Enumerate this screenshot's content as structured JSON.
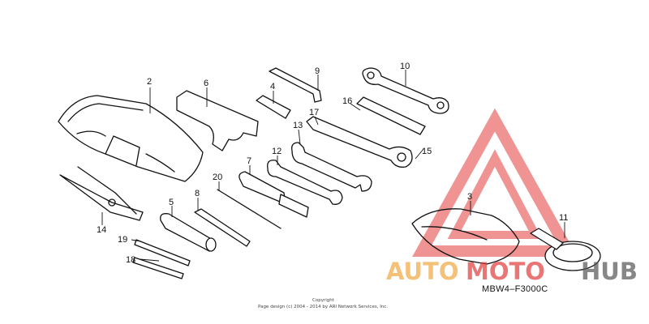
{
  "diagram": {
    "parts": [
      {
        "number": "2"
      },
      {
        "number": "3"
      },
      {
        "number": "4"
      },
      {
        "number": "5"
      },
      {
        "number": "6"
      },
      {
        "number": "7"
      },
      {
        "number": "8"
      },
      {
        "number": "9"
      },
      {
        "number": "10"
      },
      {
        "number": "11"
      },
      {
        "number": "12"
      },
      {
        "number": "13"
      },
      {
        "number": "14"
      },
      {
        "number": "15"
      },
      {
        "number": "16"
      },
      {
        "number": "17"
      },
      {
        "number": "18"
      },
      {
        "number": "19"
      },
      {
        "number": "20"
      }
    ],
    "diagram_code": "MBW4–F3000C",
    "copyright_line1": "Copyright",
    "copyright_line2": "Page design (c) 2004 - 2014 by ARI Network Services, Inc."
  },
  "watermark": {
    "text_a": "AUTO",
    "text_b": "MOTO",
    "text_c": "HUB",
    "color_red": "#e23b3b",
    "color_orange": "#f2a640",
    "color_dark": "#555555"
  }
}
